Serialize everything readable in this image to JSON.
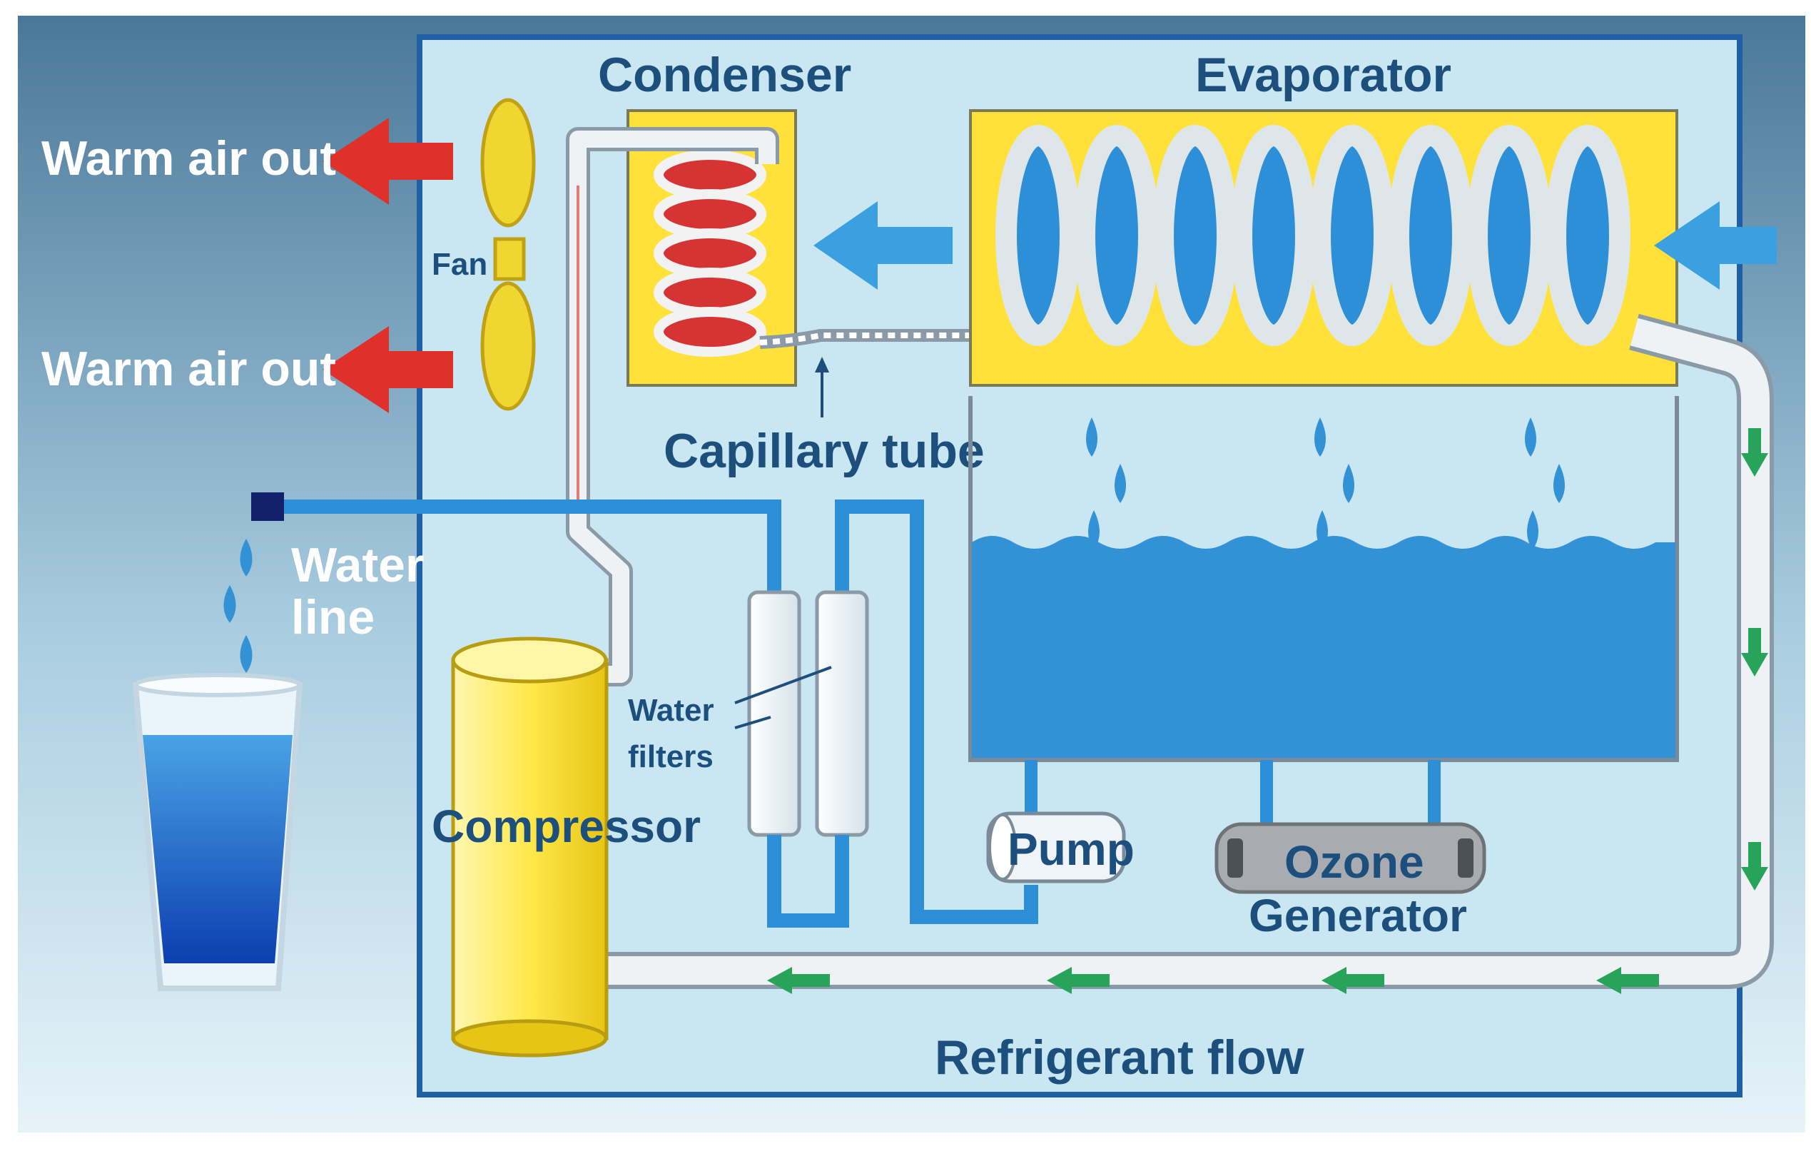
{
  "labels": {
    "warm_air_out_1": "Warm air out",
    "warm_air_out_2": "Warm air out",
    "fan": "Fan",
    "condenser": "Condenser",
    "evaporator": "Evaporator",
    "capillary_tube": "Capillary tube",
    "water_line_1": "Water",
    "water_line_2": "line",
    "water_filters_1": "Water",
    "water_filters_2": "filters",
    "compressor": "Compressor",
    "pump": "Pump",
    "ozone_1": "Ozone",
    "ozone_2": "Generator",
    "refrigerant_flow": "Refrigerant flow"
  },
  "colors": {
    "panel_bg": "#c9e6f3",
    "panel_border": "#1f5fa3",
    "outer_bg_top": "#4d7d9e",
    "outer_bg_bottom": "#e3f2f8",
    "water": "#3391d6",
    "coil_yellow": "#ffe13a",
    "warm_arrow": "#e0302a",
    "cool_arrow": "#3aa0e0",
    "flow_arrow": "#27a35a",
    "tube": "#eef2f4"
  }
}
